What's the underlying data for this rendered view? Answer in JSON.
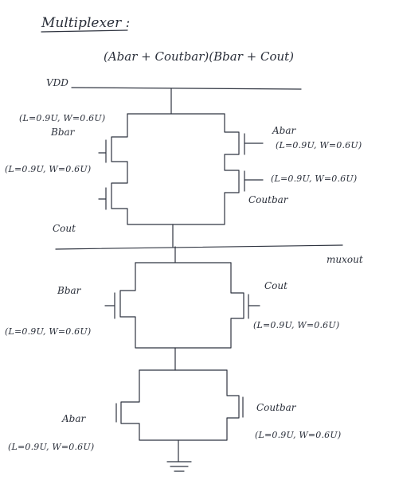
{
  "title": "Multiplexer :",
  "expression": "(Abar + Coutbar)(Bbar + Cout)",
  "rails": {
    "supply": "VDD",
    "output": "muxout"
  },
  "pull_up": {
    "bbar_dim": "(L=0.9U, W=0.6U)",
    "bbar": "Bbar",
    "abar": "Abar",
    "abar_dim": "(L=0.9U, W=0.6U)",
    "cout_dim": "(L=0.9U, W=0.6U)",
    "coutbar_dim": "(L=0.9U, W=0.6U)",
    "coutbar": "Coutbar",
    "cout": "Cout"
  },
  "pull_down_upper": {
    "bbar": "Bbar",
    "bbar_dim": "(L=0.9U, W=0.6U)",
    "cout": "Cout",
    "cout_dim": "(L=0.9U, W=0.6U)"
  },
  "pull_down_lower": {
    "abar": "Abar",
    "abar_dim": "(L=0.9U, W=0.6U)",
    "coutbar": "Coutbar",
    "coutbar_dim": "(L=0.9U, W=0.6U)"
  }
}
